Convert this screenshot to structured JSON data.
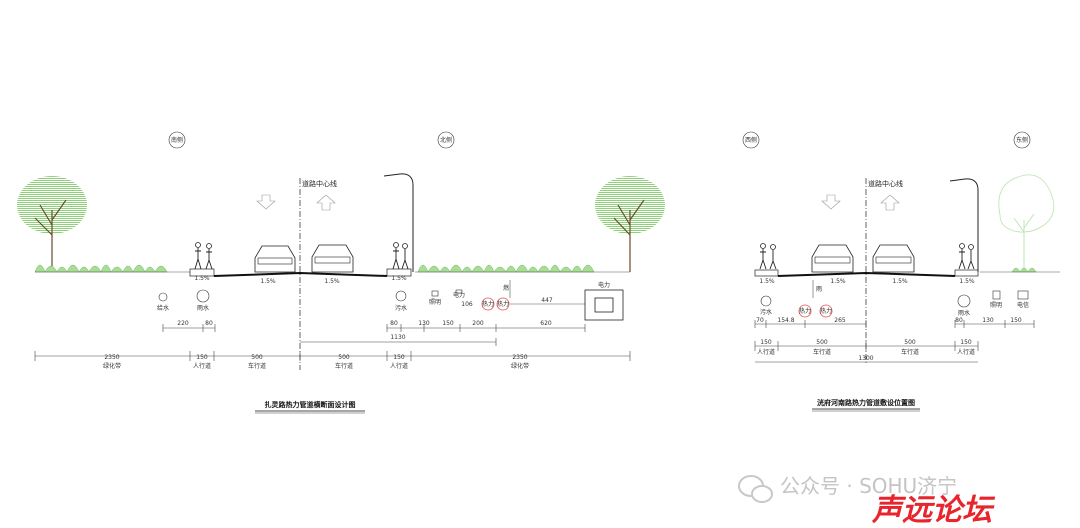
{
  "left": {
    "dir_south": "南侧",
    "dir_north": "北侧",
    "centerline": "道路中心线",
    "slopes": [
      "1.5%",
      "1.5%",
      "1.5%",
      "1.5%"
    ],
    "utilities": {
      "water_supply": "给水",
      "rain": "雨水",
      "sewage": "污水",
      "lighting": "照明",
      "power_small": "电力",
      "heat1": "热力",
      "heat2": "热力",
      "power_box": "电力",
      "gas_label": "燃"
    },
    "dims_small": [
      "220",
      "80",
      "80",
      "130",
      "150",
      "200",
      "620"
    ],
    "dim_106": "106",
    "dim_447": "447",
    "dim_1130": "1130",
    "sections": [
      {
        "value": "2350",
        "label": "绿化带"
      },
      {
        "value": "150",
        "label": "人行道"
      },
      {
        "value": "500",
        "label": "车行道"
      },
      {
        "value": "500",
        "label": "车行道"
      },
      {
        "value": "150",
        "label": "人行道"
      },
      {
        "value": "2350",
        "label": "绿化带"
      }
    ],
    "title": "扎灵路热力管道横断面设计图"
  },
  "right": {
    "dir_west": "西侧",
    "dir_east": "东侧",
    "centerline": "道路中心线",
    "slopes": [
      "1.5%",
      "1.5%",
      "1.5%",
      "1.5%"
    ],
    "utilities": {
      "sewage": "污水",
      "rain_left": "雨",
      "heat1": "热力",
      "heat2": "热力",
      "rain": "雨水",
      "lighting": "照明",
      "power": "电信"
    },
    "dims_small": [
      "70",
      "154.8",
      "265",
      "80",
      "130",
      "150"
    ],
    "sections": [
      {
        "value": "150",
        "label": "人行道"
      },
      {
        "value": "500",
        "label": "车行道"
      },
      {
        "value": "500",
        "label": "车行道"
      },
      {
        "value": "150",
        "label": "人行道"
      }
    ],
    "total": "1300",
    "title": "洸府河南路热力管道敷设位置图"
  },
  "watermark": {
    "text": "公众号 · SOHU济宁",
    "brand": "声远论坛"
  },
  "colors": {
    "tree": "#8fd17a",
    "brand": "#e8242c"
  }
}
